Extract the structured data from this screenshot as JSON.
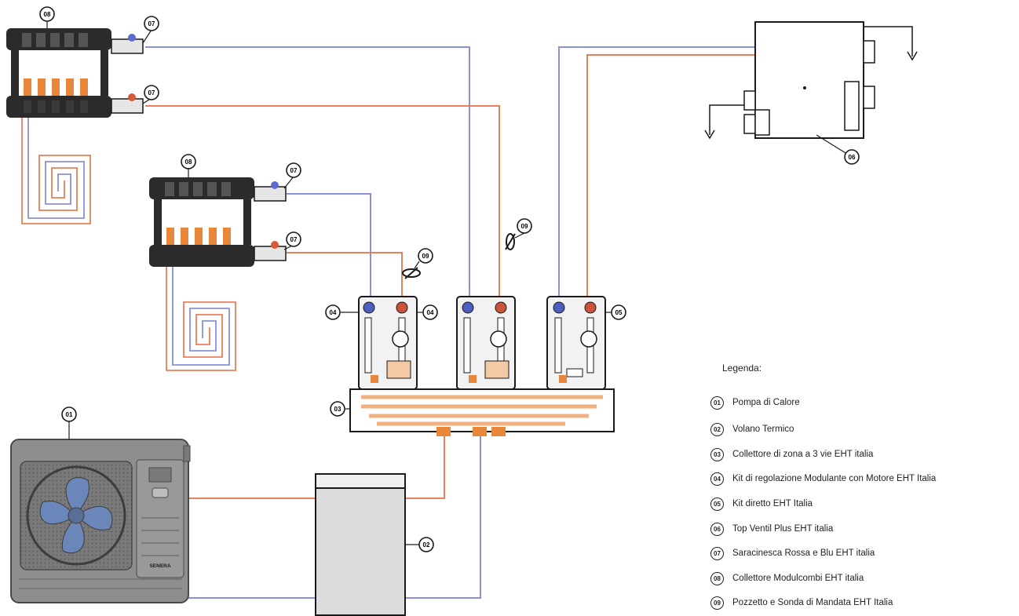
{
  "colors": {
    "supply_line": "#e8805a",
    "return_line": "#8b90d8",
    "outline": "#1a1a1a",
    "accent": "#e8873a",
    "unit_body": "#8e8e8e",
    "fan_blade": "#6b86b8"
  },
  "components": {
    "heat_pump": {
      "ref": "01",
      "brand": "SENERA"
    },
    "buffer_tank": {
      "ref": "02"
    },
    "zone_collector": {
      "ref": "03"
    },
    "kit_modulating_a": {
      "ref": "04"
    },
    "kit_modulating_b": {
      "ref": "04"
    },
    "kit_direct": {
      "ref": "05"
    },
    "top_ventil": {
      "ref": "06"
    },
    "manifold_upper": {
      "ref": "08"
    },
    "manifold_lower": {
      "ref": "08"
    },
    "valve_upper_blue": {
      "ref": "07"
    },
    "valve_upper_red": {
      "ref": "07"
    },
    "valve_lower_blue": {
      "ref": "07"
    },
    "valve_lower_red": {
      "ref": "07"
    },
    "sensor_a": {
      "ref": "09"
    },
    "sensor_b": {
      "ref": "09"
    }
  },
  "legend": {
    "title": "Legenda:",
    "items": [
      {
        "ref": "01",
        "label": "Pompa di Calore"
      },
      {
        "ref": "02",
        "label": "Volano Termico"
      },
      {
        "ref": "03",
        "label": "Collettore di zona a 3 vie  EHT italia"
      },
      {
        "ref": "04",
        "label": "Kit di regolazione Modulante con Motore EHT Italia"
      },
      {
        "ref": "05",
        "label": "Kit diretto EHT Italia"
      },
      {
        "ref": "06",
        "label": "Top Ventil Plus EHT italia"
      },
      {
        "ref": "07",
        "label": "Saracinesca Rossa e Blu EHT italia"
      },
      {
        "ref": "08",
        "label": "Collettore Modulcombi EHT italia"
      },
      {
        "ref": "09",
        "label": "Pozzetto e Sonda di Mandata EHT Italia"
      }
    ]
  }
}
